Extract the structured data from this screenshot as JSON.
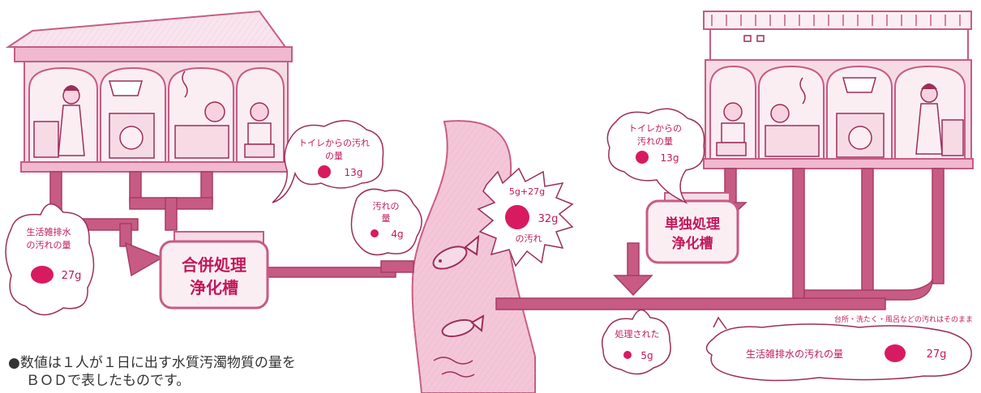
{
  "colors": {
    "pipe": "#c75b83",
    "pipe_dark": "#a63d66",
    "wall": "#f6dbe5",
    "roof": "#f8e4ec",
    "ink": "#9c2e58",
    "spot": "#d81b60",
    "river": "#f3c7d7"
  },
  "left_house": {
    "bubble_wastewater": {
      "line1": "生活雑排水",
      "line2": "の汚れの量",
      "value": "27g"
    },
    "bubble_toilet": {
      "line1": "トイレからの汚れ",
      "line2": "の量",
      "value": "13g"
    },
    "tank": {
      "line1": "合併処理",
      "line2": "浄化槽"
    },
    "bubble_outflow": {
      "line1": "汚れの",
      "line2": "量",
      "value": "4g"
    }
  },
  "river": {
    "bubble_total": {
      "line1": "5g+27g",
      "value": "32g",
      "line2": "の汚れ"
    }
  },
  "right_house": {
    "bubble_toilet": {
      "line1": "トイレからの",
      "line2": "汚れの量",
      "value": "13g"
    },
    "tank": {
      "line1": "単独処理",
      "line2": "浄化槽"
    },
    "bubble_treated": {
      "line1": "処理された",
      "value": "5g"
    },
    "note": "台所・洗たく・風呂などの汚れはそのまま",
    "bubble_wastewater": {
      "line1": "生活雑排水の汚れの量",
      "value": "27g"
    }
  },
  "caption": {
    "line1": "●数値は１人が１日に出す水質汚濁物質の量を",
    "line2": "ＢＯＤで表したものです。"
  }
}
